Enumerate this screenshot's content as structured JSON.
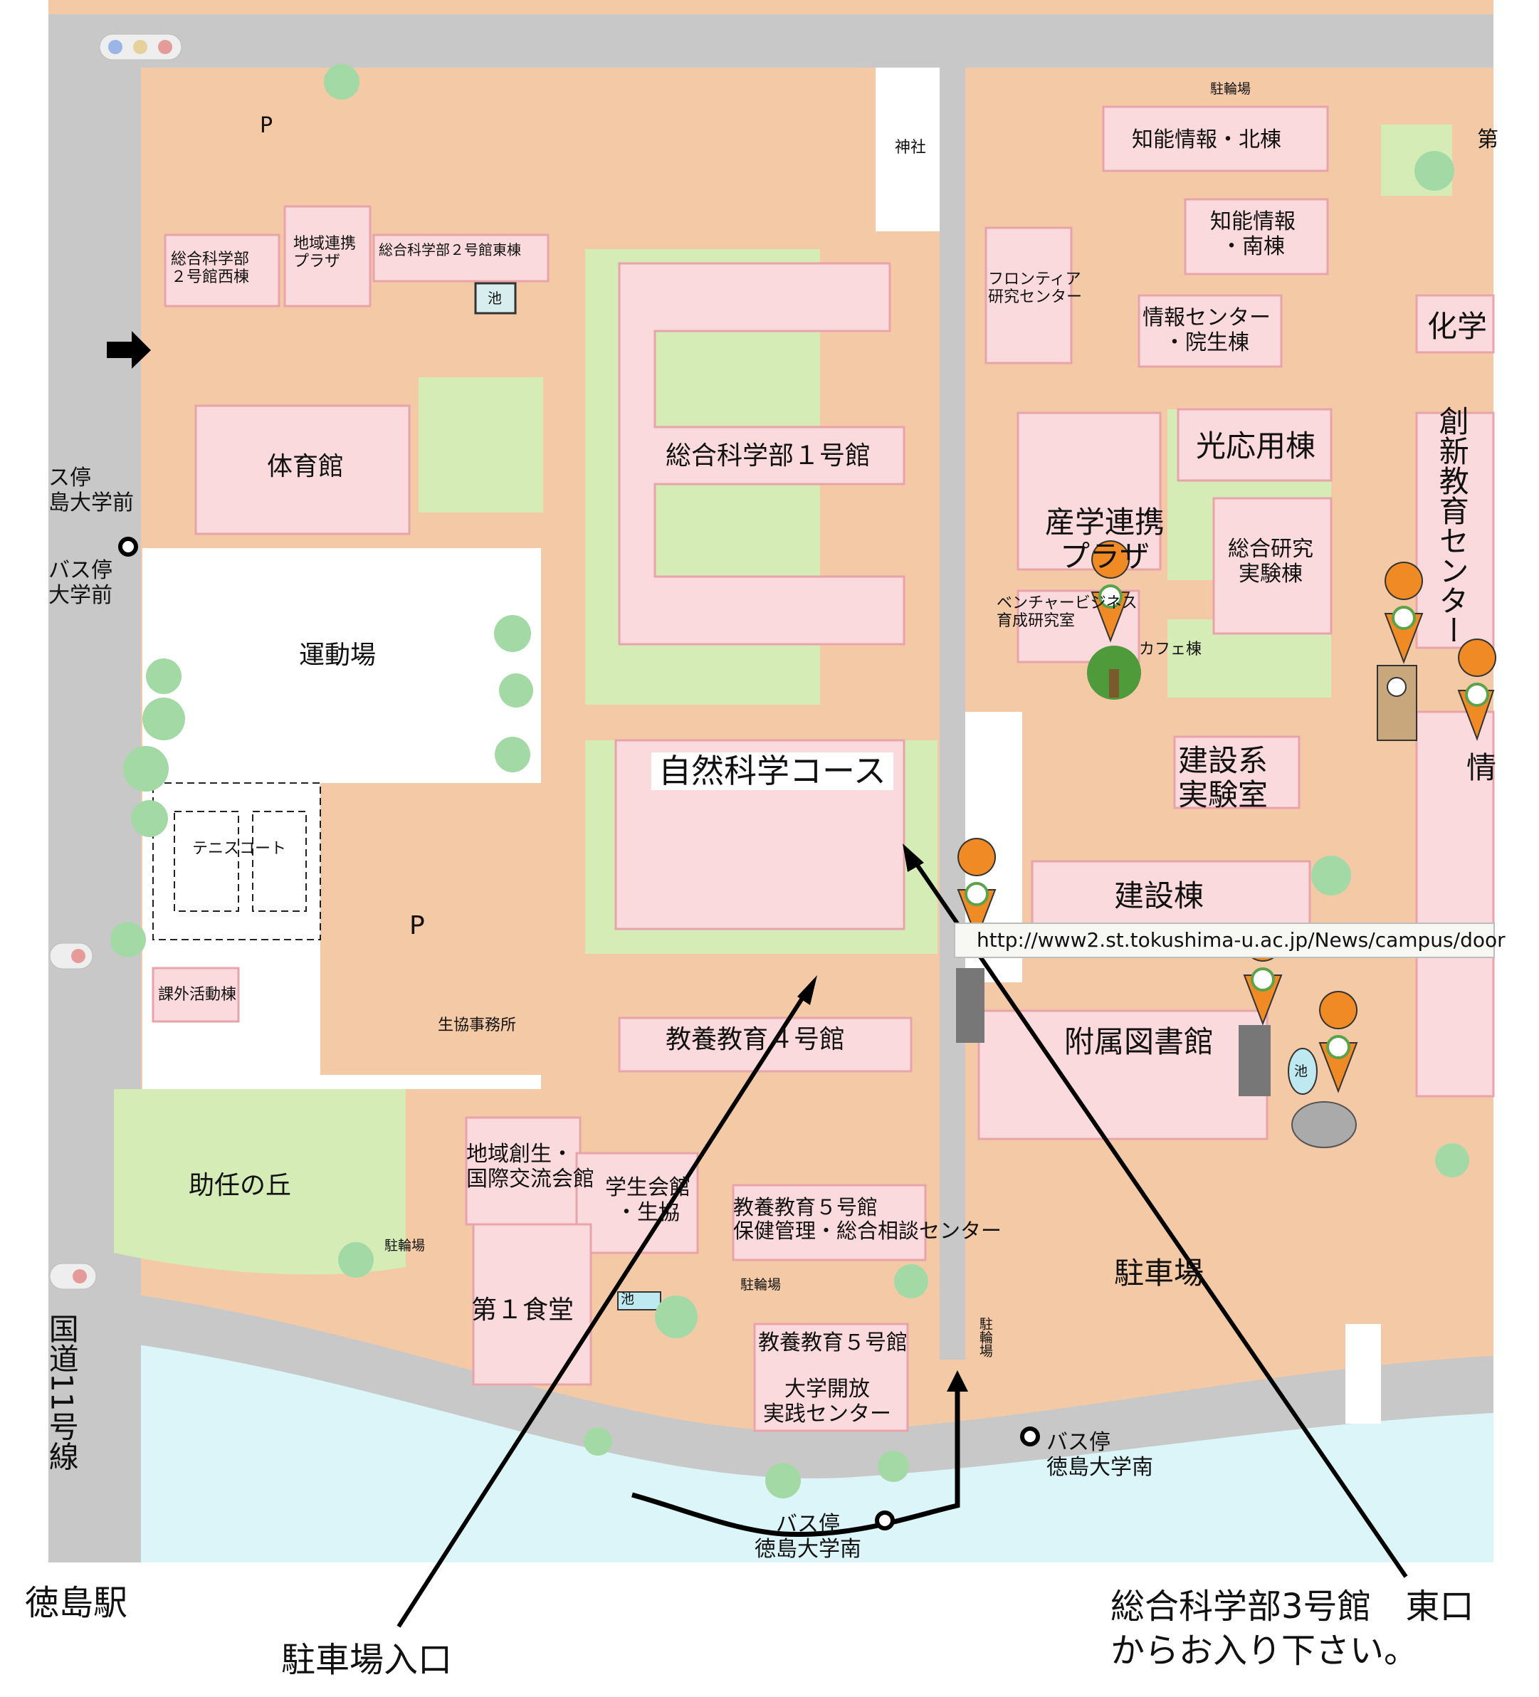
{
  "buildings": {
    "sogo2_west": "総合科学部\n２号館西棟",
    "chiiki_plaza": "地域連携\nプラザ",
    "sogo2_east": "総合科学部２号館東棟",
    "pond": "池",
    "parking_p": "P",
    "gym": "体育館",
    "field": "運動場",
    "tennis": "テニスコート",
    "club": "課外活動棟",
    "coop": "生協事務所",
    "hill": "助任の丘",
    "sogo1": "総合科学部１号館",
    "shizen": "自然科学コース",
    "kyoyo4": "教養教育４号館",
    "chiiki_sosei": "地域創生・\n国際交流会館",
    "gakusei": "学生会館\n・生協",
    "kyoyo5a": "教養教育５号館\n保健管理・総合相談センター",
    "shokudo": "第１食堂",
    "kyoyo5b": "教養教育５号館",
    "daigaku_kaiho": "大学開放\n実践センター",
    "churin": "駐輪場",
    "jinja": "神社",
    "frontier": "フロンティア\n研究センター",
    "chino_kita": "知能情報・北棟",
    "chino_minami": "知能情報\n・南棟",
    "joho_center": "情報センター\n・院生棟",
    "kagaku": "化学",
    "soshin": "創新教育センター",
    "hikari": "光応用棟",
    "sangaku": "産学連携\nプラザ",
    "sogo_kenkyu": "総合研究\n実験棟",
    "venture": "ベンチャービジネス\n育成研究室",
    "cafe": "カフェ棟",
    "joho_cut": "情",
    "kensetsu_kei": "建設系\n実験室",
    "kensetsu": "建設棟",
    "library": "附属図書館",
    "chushajo": "駐車場",
    "chushajo_top": "駐輪場",
    "dai_cut": "第"
  },
  "places": {
    "bus_stop_left1": "ス停\n島大学前",
    "bus_stop_left2": "バス停\n大学前",
    "bus_stop_south1": "バス停\n徳島大学南",
    "bus_stop_south2": "バス停\n徳島大学南",
    "route": "国道11号線",
    "station": "徳島駅"
  },
  "url_bar": "http://www2.st.tokushima-u.ac.jp/News/campus/door",
  "annotations": {
    "parking_entrance": "駐車場入口",
    "east_entrance_line1": "総合科学部3号館　東口",
    "east_entrance_line2": "からお入り下さい。"
  },
  "colors": {
    "campus": "#f4c9a6",
    "building": "#fadadd",
    "building_border": "#e8a3ab",
    "green": "#d6ecb7",
    "tree": "#a3d9a5",
    "road": "#c8c8c8",
    "river": "#dcf5f8",
    "arrow": "#000000"
  }
}
